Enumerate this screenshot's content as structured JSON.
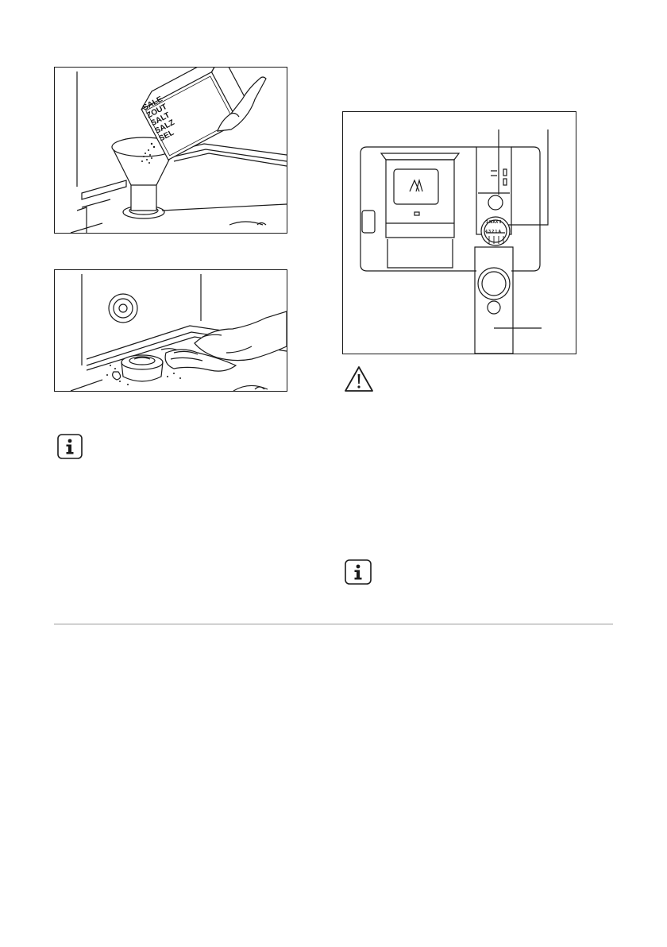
{
  "salt_box": {
    "labels": [
      "SALE",
      "ZOUT",
      "SALT",
      "SALZ",
      "SEL"
    ]
  },
  "dispenser": {
    "dial_top": "1 MAX 3",
    "dial_bottom": "4 3 2 1 A"
  },
  "icons": {
    "info_left": "info-icon",
    "warning": "warning-icon",
    "info_right": "info-icon"
  }
}
